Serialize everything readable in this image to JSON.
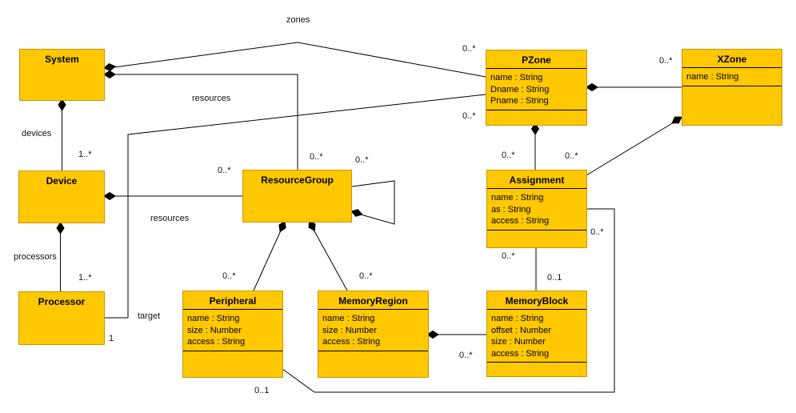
{
  "diagram_type": "uml-class-diagram",
  "colors": {
    "class_fill": "#FFC800",
    "class_border": "#C89600",
    "line": "#000000",
    "background": "#FFFFFF"
  },
  "classes": {
    "system": {
      "name": "System",
      "attributes": []
    },
    "device": {
      "name": "Device",
      "attributes": []
    },
    "processor": {
      "name": "Processor",
      "attributes": []
    },
    "resource_group": {
      "name": "ResourceGroup",
      "attributes": []
    },
    "peripheral": {
      "name": "Peripheral",
      "attributes": [
        "name : String",
        "size : Number",
        "access : String"
      ]
    },
    "memory_region": {
      "name": "MemoryRegion",
      "attributes": [
        "name : String",
        "size : Number",
        "access : String"
      ]
    },
    "memory_block": {
      "name": "MemoryBlock",
      "attributes": [
        "name : String",
        "offset : Number",
        "size : Number",
        "access : String"
      ]
    },
    "assignment": {
      "name": "Assignment",
      "attributes": [
        "name : String",
        "as : String",
        "access : String"
      ]
    },
    "pzone": {
      "name": "PZone",
      "attributes": [
        "name : String",
        "Dname : String",
        "Pname : String"
      ]
    },
    "xzone": {
      "name": "XZone",
      "attributes": [
        "name : String"
      ]
    }
  },
  "edge_labels": {
    "zones": "zones",
    "devices": "devices",
    "processors": "processors",
    "resources_system": "resources",
    "resources_device": "resources",
    "target": "target"
  },
  "multiplicities": {
    "device_end": "1..*",
    "processor_end": "1..*",
    "pzone_zones_end": "0..*",
    "rg_from_system_end": "0..*",
    "rg_from_device_end": "0..*",
    "rg_self_end": "0..*",
    "peripheral_end": "0..*",
    "memory_region_end": "0..*",
    "assignment_from_pzone_end": "0..*",
    "assignment_from_xzone_end": "0..*",
    "xzone_end": "0..*",
    "pzone_target_end": "0..*",
    "processor_target_end": "1",
    "assignment_memblock_end": "0..*",
    "memory_block_end": "0..1",
    "memory_block_from_region_end": "0..*",
    "assignment_right_end": "0..*",
    "peripheral_bottom_end": "0..1"
  }
}
